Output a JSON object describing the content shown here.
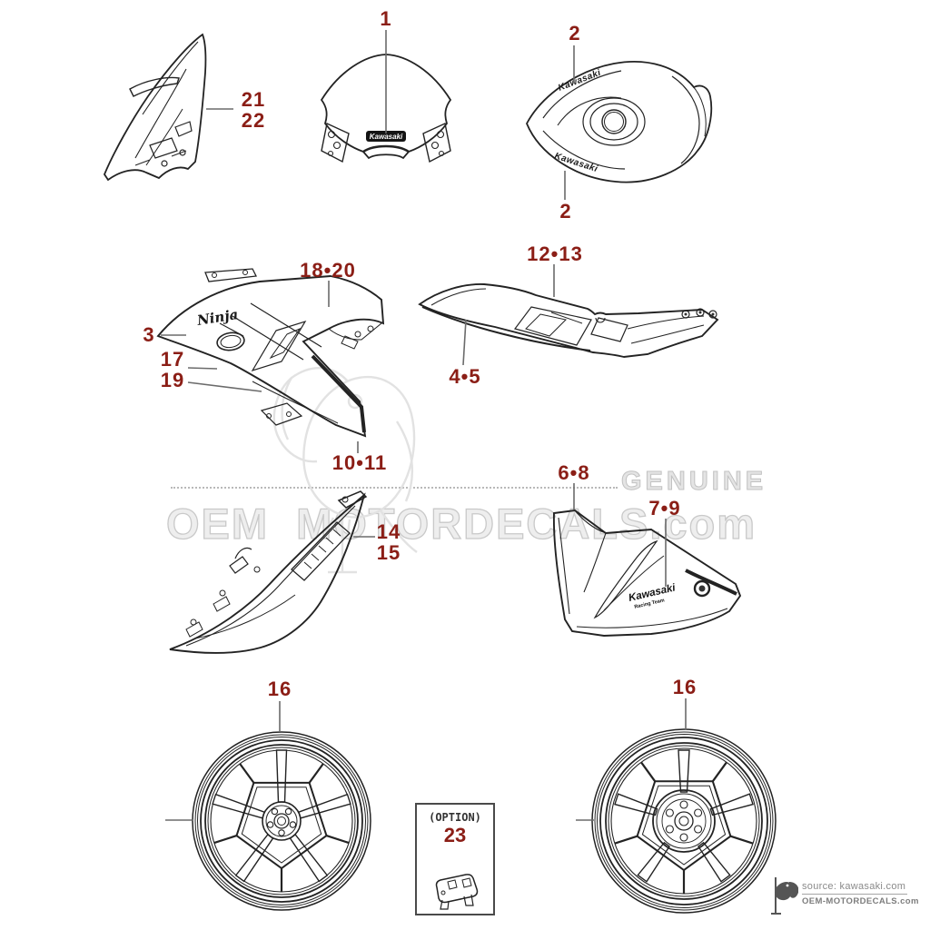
{
  "diagram": {
    "callouts": {
      "windscreen": "1",
      "tank_upper": "2",
      "tank_lower": "2",
      "upper_cowl_a": "21",
      "upper_cowl_b": "22",
      "fairing_top": "18•20",
      "fairing_left": "3",
      "fairing_mid_a": "17",
      "fairing_mid_b": "19",
      "fairing_bottom": "10•11",
      "seat_top": "12•13",
      "seat_bottom": "4•5",
      "lower_cowl_a": "14",
      "lower_cowl_b": "15",
      "tail_top": "6•8",
      "tail_mid": "7•9",
      "front_wheel": "16",
      "rear_wheel": "16",
      "option_part": "23"
    },
    "decals": {
      "windscreen_logo": "Kawasaki",
      "tank_logo_upper": "Kawasaki",
      "tank_logo_lower": "Kawasaki",
      "fairing_logo": "Ninja",
      "tail_logo": "Kawasaki",
      "tail_logo_sub": "Racing Team"
    },
    "option_box": {
      "title": "(OPTION)"
    },
    "watermark": {
      "genuine": "GENUINE",
      "brand_left": "OEM",
      "brand_right": "MOTORDECALS.com"
    },
    "footer": {
      "source": "source: kawasaki.com",
      "site": "OEM-MOTORDECALS.com"
    }
  },
  "colors": {
    "callout_red": "#8b1e16",
    "leader_gray": "#6b6b6b",
    "line_art": "#232323",
    "watermark_gray": "#c9c9c9",
    "background": "#ffffff"
  }
}
